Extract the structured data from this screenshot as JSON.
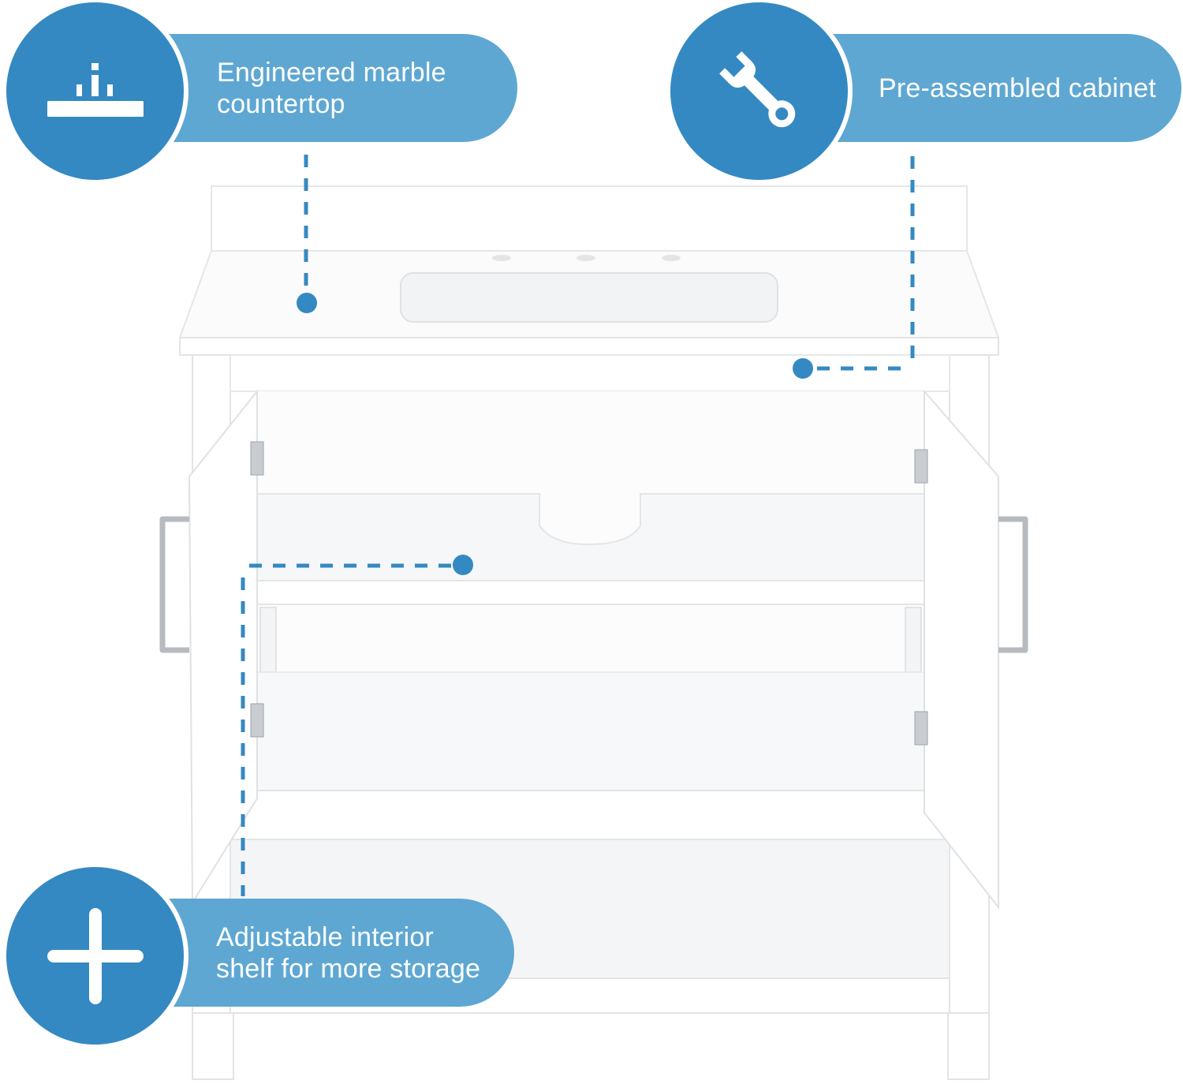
{
  "colors": {
    "badge": "#3489c2",
    "pill": "#5ea7d2",
    "connector": "#3489c2",
    "product": "#ffffff",
    "product_shadow": "#e6e8ea"
  },
  "callouts": [
    {
      "id": "countertop",
      "icon": "countertop-icon",
      "label": "Engineered marble\ncountertop"
    },
    {
      "id": "cabinet",
      "icon": "wrench-icon",
      "label": "Pre-assembled cabinet"
    },
    {
      "id": "shelf",
      "icon": "plus-icon",
      "label": "Adjustable interior\nshelf for more storage"
    }
  ]
}
